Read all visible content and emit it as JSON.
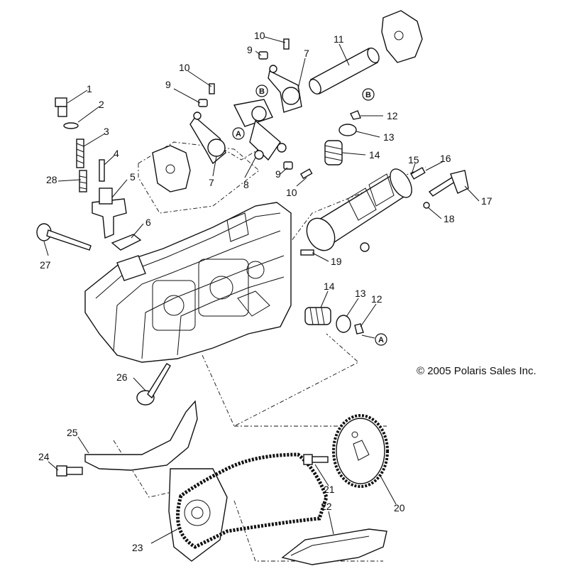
{
  "copyright": "© 2005 Polaris Sales Inc.",
  "callouts": {
    "c1": "1",
    "c2": "2",
    "c3": "3",
    "c4": "4",
    "c5": "5",
    "c6": "6",
    "c7a": "7",
    "c7b": "7",
    "c8": "8",
    "c9a": "9",
    "c9b": "9",
    "c9c": "9",
    "c10a": "10",
    "c10b": "10",
    "c10c": "10",
    "c11": "11",
    "c12a": "12",
    "c12b": "12",
    "c13a": "13",
    "c13b": "13",
    "c14a": "14",
    "c14b": "14",
    "c15": "15",
    "c16": "16",
    "c17": "17",
    "c18": "18",
    "c19": "19",
    "c20": "20",
    "c21": "21",
    "c22": "22",
    "c23": "23",
    "c24": "24",
    "c25": "25",
    "c26": "26",
    "c27": "27",
    "c28": "28"
  },
  "refs": {
    "ref_a1": "A",
    "ref_a2": "A",
    "ref_b1": "B",
    "ref_b2": "B"
  }
}
